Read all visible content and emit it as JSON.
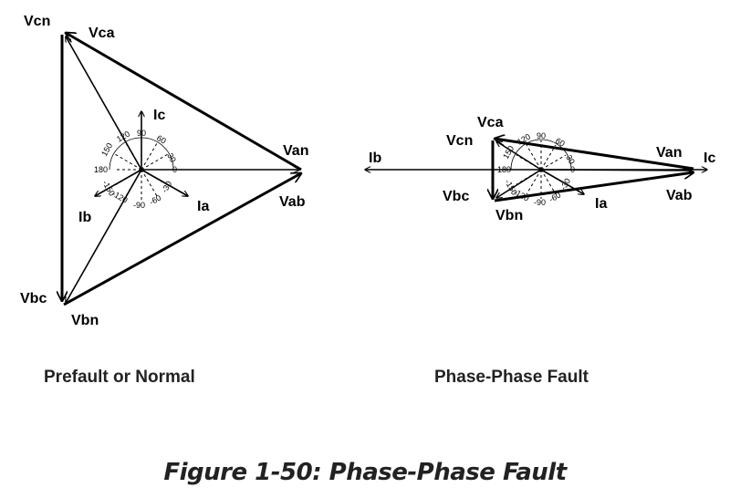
{
  "figure_caption": "Figure 1-50: Phase-Phase Fault",
  "diagrams": [
    {
      "caption": "Prefault or Normal",
      "voltage_labels": {
        "vcn": "Vcn",
        "vca": "Vca",
        "van": "Van",
        "vab": "Vab",
        "vbc": "Vbc",
        "vbn": "Vbn"
      },
      "current_labels": {
        "ic": "Ic",
        "ia": "Ia",
        "ib": "Ib"
      },
      "angle_ticks": {
        "a0": "0",
        "a30": "30",
        "a60": "60",
        "a90": "90",
        "a120": "120",
        "a150": "150",
        "a180": "180",
        "am150": "-150",
        "am120": "-120",
        "am90": "-90",
        "am60": "-60",
        "am30": "-30"
      }
    },
    {
      "caption": "Phase-Phase Fault",
      "voltage_labels": {
        "vcn": "Vcn",
        "vca": "Vca",
        "van": "Van",
        "vab": "Vab",
        "vbc": "Vbc",
        "vbn": "Vbn"
      },
      "current_labels": {
        "ic": "Ic",
        "ia": "Ia",
        "ib": "Ib"
      },
      "angle_ticks": {
        "a0": "0",
        "a30": "30",
        "a60": "60",
        "a90": "90",
        "a120": "120",
        "a150": "150",
        "a180": "180",
        "am150": "-150",
        "am120": "-120",
        "am90": "-90",
        "am60": "-60",
        "am30": "-30"
      }
    }
  ]
}
